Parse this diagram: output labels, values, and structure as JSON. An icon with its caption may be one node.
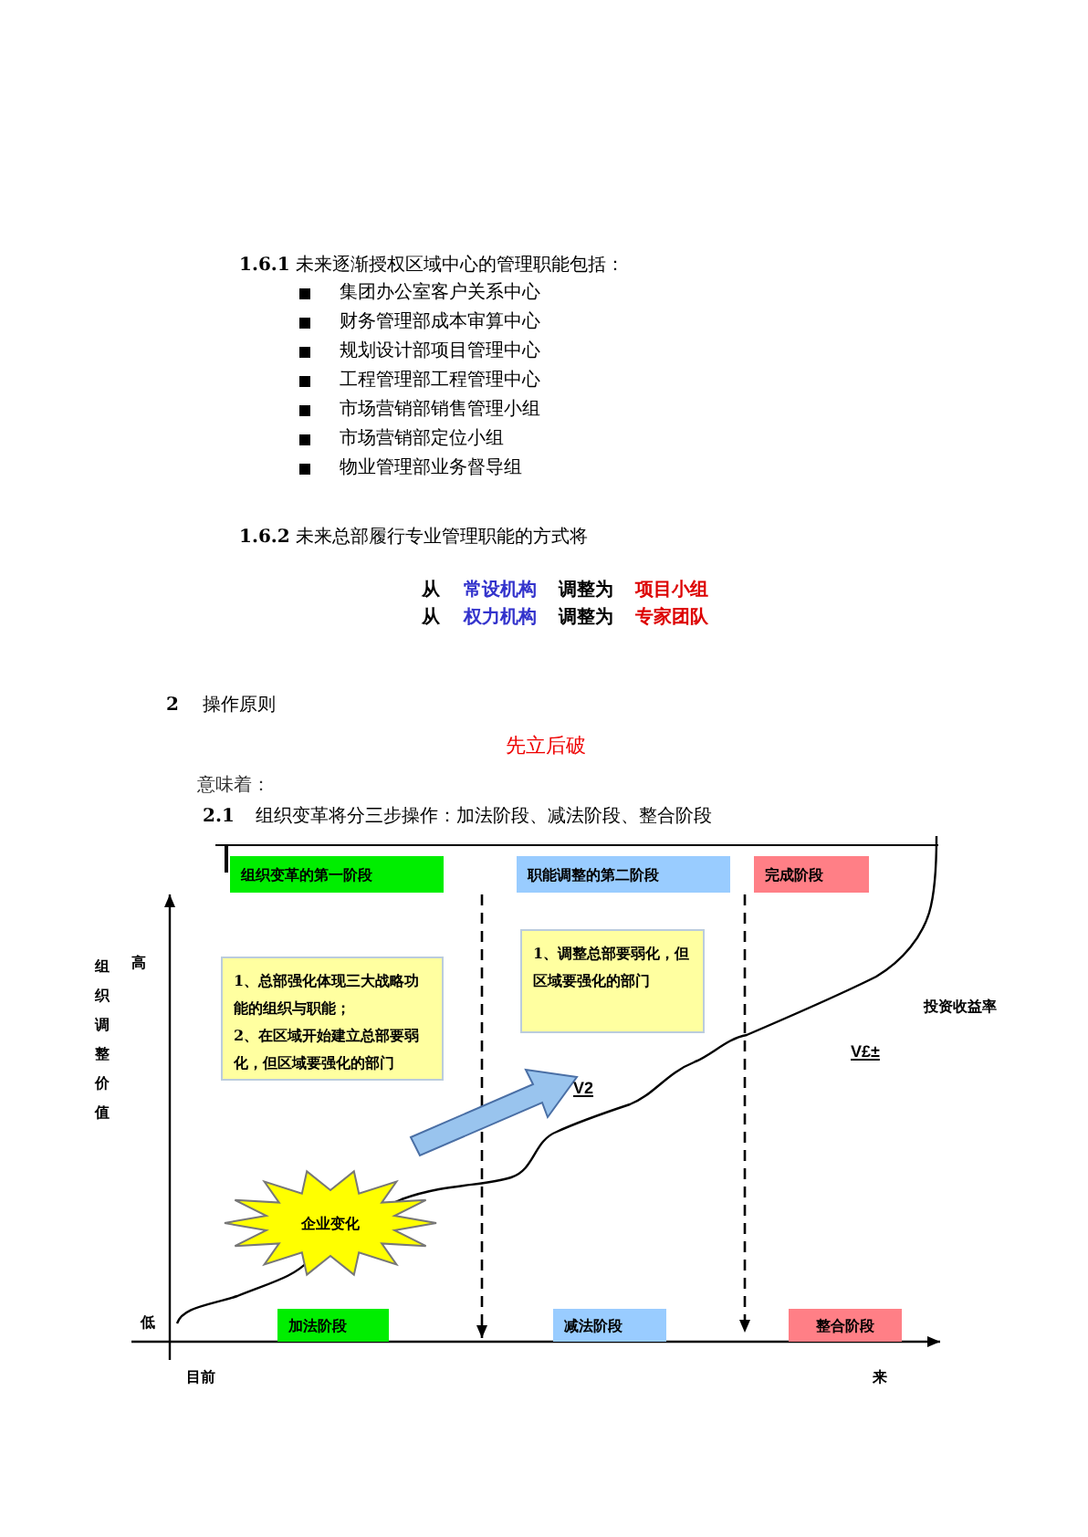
{
  "diagram": {
    "nodes": [
      {
        "text": [
          "组织变革的第一阶段"
        ]
      },
      {
        "text": [
          "职能调整的第二阶段"
        ]
      },
      {
        "text": [
          "完成阶段"
        ]
      },
      {
        "text": [
          "1、总部强化体现三大战略功能的组织与职能；",
          "2、在区域开始建立总部要弱化，但区域要强化的部门"
        ]
      },
      {
        "text": [
          "1、调整总部要弱化，但区域要强化的部门"
        ]
      },
      {
        "text": [
          "企业变化"
        ]
      },
      {
        "text": [
          "加法阶段"
        ]
      },
      {
        "text": [
          "减法阶段"
        ]
      },
      {
        "text": [
          "整合阶段"
        ]
      }
    ],
    "labels": [
      "1.6.1",
      "未来逐渐授权区域中心的管理职能包括：",
      "集团办公室客户关系中心",
      "财务管理部成本审算中心",
      "规划设计部项目管理中心",
      "工程管理部工程管理中心",
      "市场营销部销售管理小组",
      "市场营销部定位小组",
      "物业管理部业务督导组",
      "1.6.2",
      "未来总部履行专业管理职能的方式将",
      "从",
      "常设机构",
      "调整为",
      "项目小组",
      "从",
      "权力机构",
      "调整为",
      "专家团队",
      "2",
      "操作原则",
      "先立后破",
      "意味着：",
      "2.1",
      "组织变革将分三步操作：加法阶段、减法阶段、整合阶段",
      "组织调整价值",
      "高",
      "投资收益率",
      "V2",
      "V£±",
      "低",
      "目前",
      "来"
    ]
  }
}
